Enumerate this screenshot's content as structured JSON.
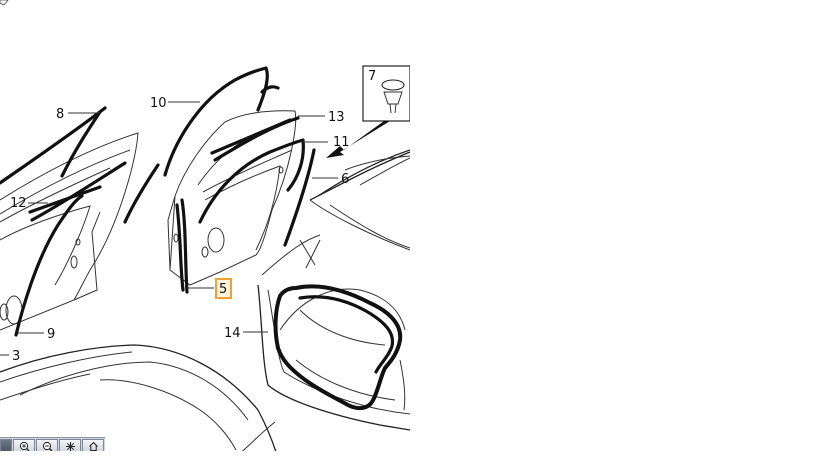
{
  "diagram": {
    "callouts": [
      {
        "id": "c3",
        "label": "3"
      },
      {
        "id": "c5",
        "label": "5",
        "highlighted": true
      },
      {
        "id": "c6",
        "label": "6"
      },
      {
        "id": "c7",
        "label": "7"
      },
      {
        "id": "c8",
        "label": "8"
      },
      {
        "id": "c9",
        "label": "9"
      },
      {
        "id": "c10",
        "label": "10"
      },
      {
        "id": "c11",
        "label": "11"
      },
      {
        "id": "c12",
        "label": "12"
      },
      {
        "id": "c13",
        "label": "13"
      },
      {
        "id": "c14",
        "label": "14"
      }
    ],
    "highlight_color": "#f0a030"
  },
  "toolbar": {
    "buttons": [
      {
        "name": "pan",
        "icon": "hand-icon"
      },
      {
        "name": "zoom-in",
        "icon": "zoom-in-icon"
      },
      {
        "name": "zoom-out",
        "icon": "zoom-out-icon"
      },
      {
        "name": "fit",
        "icon": "fit-icon"
      },
      {
        "name": "home",
        "icon": "home-icon"
      }
    ]
  }
}
